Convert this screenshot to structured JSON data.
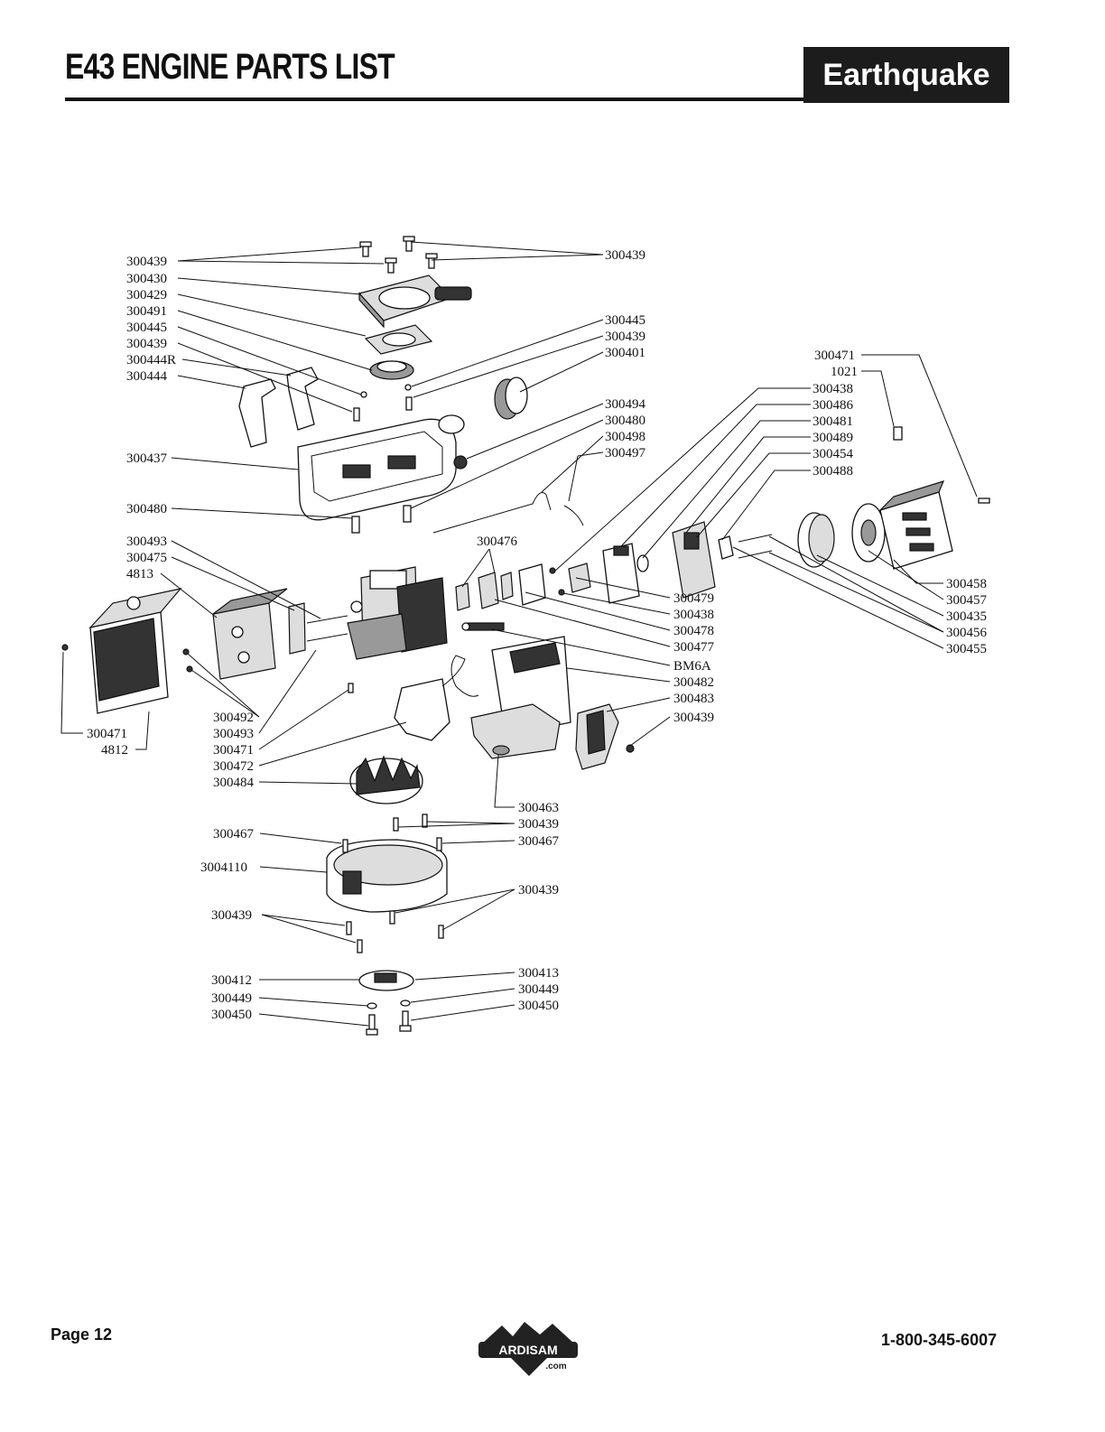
{
  "header": {
    "title": "E43 ENGINE PARTS LIST",
    "brand": "Earthquake"
  },
  "footer": {
    "page": "Page 12",
    "logo": "ARDISAM",
    "logo_sub": ".com",
    "phone": "1-800-345-6007"
  },
  "callouts": [
    "300439",
    "300439",
    "300430",
    "300429",
    "300491",
    "300445",
    "300439",
    "300444R",
    "300444",
    "300445",
    "300439",
    "300401",
    "300437",
    "300494",
    "300480",
    "300498",
    "300497",
    "300480",
    "300471",
    "1021",
    "300438",
    "300486",
    "300481",
    "300489",
    "300454",
    "300488",
    "300493",
    "300475",
    "4813",
    "300476",
    "300479",
    "300438",
    "300478",
    "300477",
    "BM6A",
    "300482",
    "300483",
    "300439",
    "300458",
    "300457",
    "300435",
    "300456",
    "300455",
    "300471",
    "4812",
    "300492",
    "300493",
    "300471",
    "300472",
    "300484",
    "300463",
    "300439",
    "300467",
    "300467",
    "3004110",
    "300439",
    "300439",
    "300412",
    "300413",
    "300449",
    "300449",
    "300450",
    "300450"
  ]
}
